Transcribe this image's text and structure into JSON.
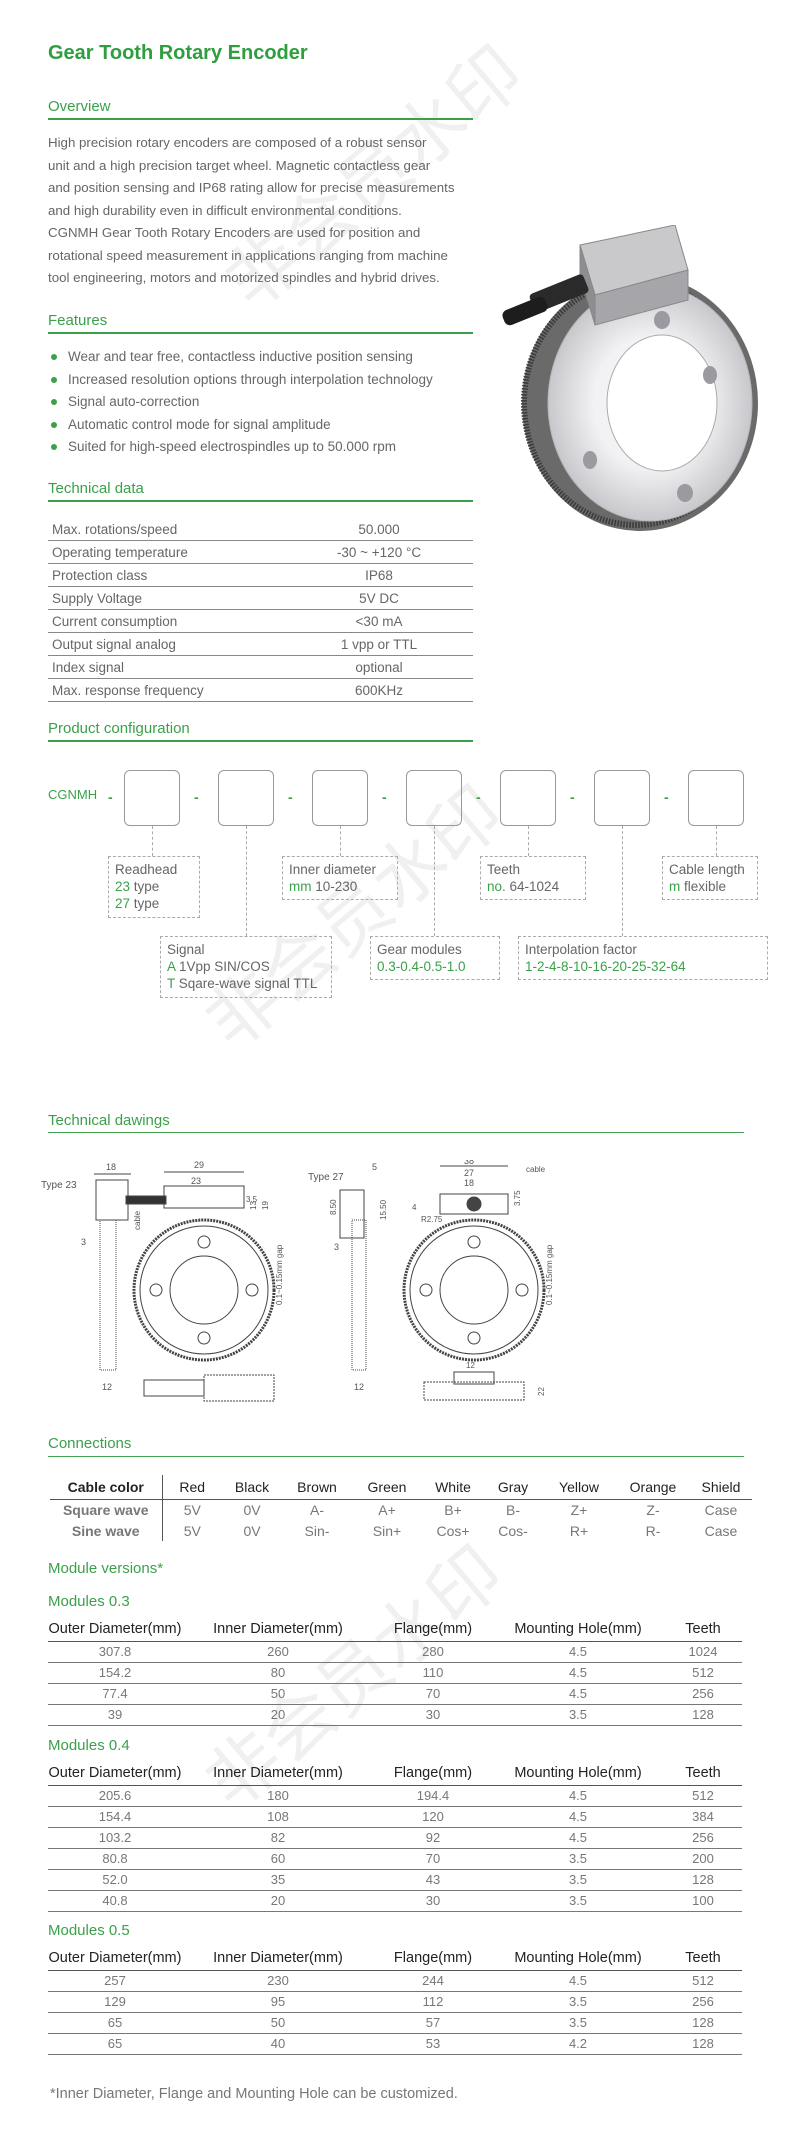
{
  "title": "Gear Tooth Rotary Encoder",
  "sections": {
    "overview": "Overview",
    "features": "Features",
    "technical_data": "Technical data",
    "product_configuration": "Product configuration",
    "technical_drawings": "Technical dawings",
    "connections": "Connections",
    "module_versions": "Module versions*"
  },
  "overview_lines": [
    "High precision rotary encoders are composed of a robust sensor",
    "unit and a high precision target wheel. Magnetic contactless gear",
    "and position sensing and IP68 rating allow for precise measurements",
    "and high durability even in difficult environmental conditions.",
    "CGNMH Gear Tooth Rotary Encoders are used for position and",
    "rotational speed measurement in applications ranging from  machine",
    "tool engineering, motors and motorized spindles and hybrid drives."
  ],
  "features": [
    "Wear and tear free, contactless inductive position sensing",
    "Increased resolution options through interpolation technology",
    "Signal auto-correction",
    "Automatic control mode for signal amplitude",
    "Suited for high-speed electrospindles up to 50.000 rpm"
  ],
  "technical_data": [
    {
      "label": "Max. rotations/speed",
      "value": "50.000"
    },
    {
      "label": "Operating temperature",
      "value": "-30 ~ +120 °C"
    },
    {
      "label": "Protection class",
      "value": "IP68"
    },
    {
      "label": "Supply Voltage",
      "value": "5V DC"
    },
    {
      "label": "Current consumption",
      "value": "<30 mA"
    },
    {
      "label": "Output signal analog",
      "value": "1 vpp or TTL"
    },
    {
      "label": "Index signal",
      "value": "optional"
    },
    {
      "label": "Max. response frequency",
      "value": "600KHz"
    }
  ],
  "config": {
    "prefix": "CGNMH",
    "dash": "-",
    "readhead": {
      "title": "Readhead",
      "l1g": "23",
      "l1t": " type",
      "l2g": "27",
      "l2t": " type"
    },
    "inner": {
      "title": "Inner diameter",
      "g": "mm",
      "t": "  10-230"
    },
    "teeth": {
      "title": "Teeth",
      "g": "no.",
      "t": " 64-1024"
    },
    "cable": {
      "title": "Cable length",
      "g": "m",
      "t": "  flexible"
    },
    "signal": {
      "title": "Signal",
      "l1g": "A",
      "l1t": "  1Vpp SIN/COS",
      "l2g": "T",
      "l2t": "  Sqare-wave signal TTL"
    },
    "gear": {
      "title": "Gear modules",
      "g": "0.3-0.4-0.5-1.0"
    },
    "interp": {
      "title": "Interpolation factor",
      "g": "1-2-4-8-10-16-20-25-32-64"
    }
  },
  "drawings": {
    "type23": "Type 23",
    "type27": "Type 27",
    "cable": "cable",
    "gap": "0.1~0.15mm gap",
    "d18": "18",
    "d29": "29",
    "d23": "23",
    "d3_5": "3.5",
    "d13": "13",
    "d19": "19",
    "d3": "3",
    "d12": "12",
    "d5": "5",
    "d8_5": "8.50",
    "d15_5": "15.50",
    "d38": "38",
    "d27": "27",
    "d18b": "18",
    "d4": "4",
    "dR": "R2.75",
    "d3_75": "3.75",
    "d22": "22",
    "d12b": "12",
    "d3b": "3",
    "d12c": "12"
  },
  "connections": {
    "header_label": "Cable color",
    "colors": [
      "Red",
      "Black",
      "Brown",
      "Green",
      "White",
      "Gray",
      "Yellow",
      "Orange",
      "Shield"
    ],
    "rows": [
      {
        "label": "Square wave",
        "values": [
          "5V",
          "0V",
          "A-",
          "A+",
          "B+",
          "B-",
          "Z+",
          "Z-",
          "Case"
        ]
      },
      {
        "label": "Sine wave",
        "values": [
          "5V",
          "0V",
          "Sin-",
          "Sin+",
          "Cos+",
          "Cos-",
          "R+",
          "R-",
          "Case"
        ]
      }
    ]
  },
  "module_headers": [
    "Outer Diameter(mm)",
    "Inner Diameter(mm)",
    "Flange(mm)",
    "Mounting Hole(mm)",
    "Teeth"
  ],
  "modules": [
    {
      "title": "Modules 0.3",
      "rows": [
        [
          "307.8",
          "260",
          "280",
          "4.5",
          "1024"
        ],
        [
          "154.2",
          "80",
          "110",
          "4.5",
          "512"
        ],
        [
          "77.4",
          "50",
          "70",
          "4.5",
          "256"
        ],
        [
          "39",
          "20",
          "30",
          "3.5",
          "128"
        ]
      ]
    },
    {
      "title": "Modules 0.4",
      "rows": [
        [
          "205.6",
          "180",
          "194.4",
          "4.5",
          "512"
        ],
        [
          "154.4",
          "108",
          "120",
          "4.5",
          "384"
        ],
        [
          "103.2",
          "82",
          "92",
          "4.5",
          "256"
        ],
        [
          "80.8",
          "60",
          "70",
          "3.5",
          "200"
        ],
        [
          "52.0",
          "35",
          "43",
          "3.5",
          "128"
        ],
        [
          "40.8",
          "20",
          "30",
          "3.5",
          "100"
        ]
      ]
    },
    {
      "title": "Modules 0.5",
      "rows": [
        [
          "257",
          "230",
          "244",
          "4.5",
          "512"
        ],
        [
          "129",
          "95",
          "112",
          "3.5",
          "256"
        ],
        [
          "65",
          "50",
          "57",
          "3.5",
          "128"
        ],
        [
          "65",
          "40",
          "53",
          "4.2",
          "128"
        ]
      ]
    }
  ],
  "note": "*Inner Diameter, Flange and Mounting Hole can be customized.",
  "watermark": "非会员水印"
}
